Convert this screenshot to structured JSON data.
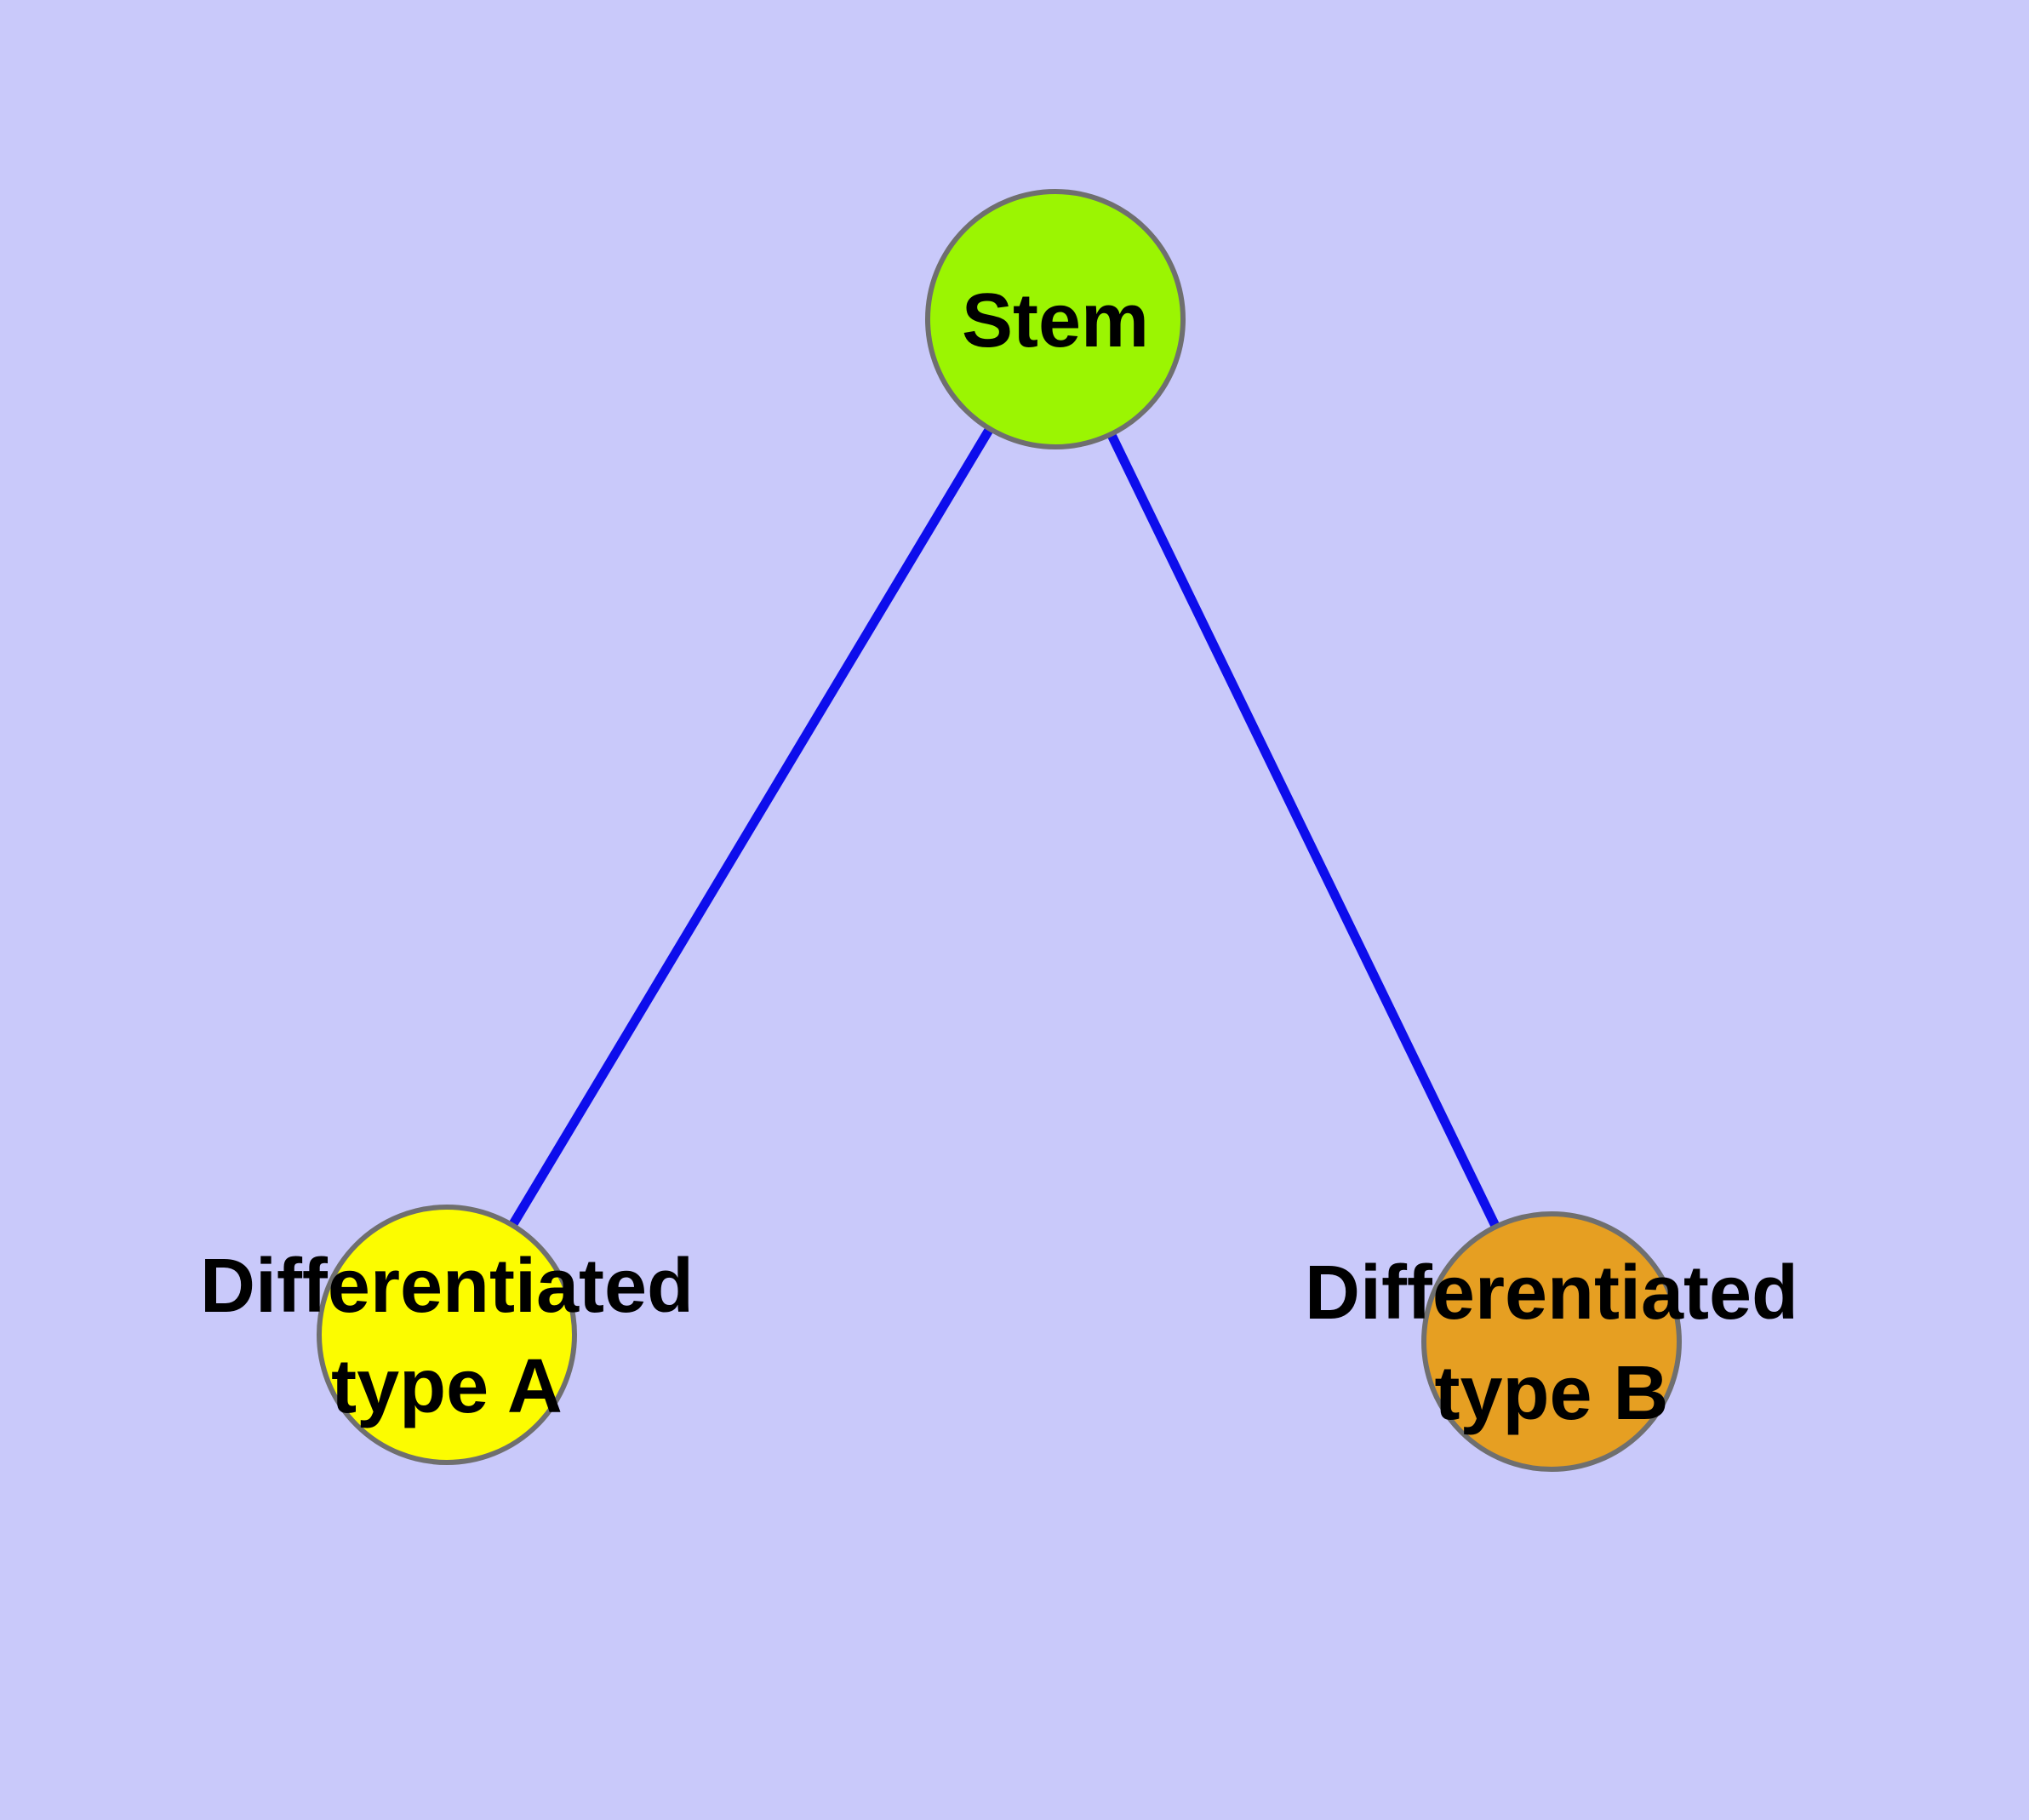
{
  "diagram": {
    "background_color": "#C9C9FA",
    "edge_color": "#0D0DEC",
    "node_border_color": "#6F6F6F",
    "label_color": "#000000",
    "nodes": {
      "stem": {
        "label": "Stem",
        "fill": "#9BF502"
      },
      "type_a": {
        "label_line1": "Differentiated",
        "label_line2": "type A",
        "fill": "#FCFC00"
      },
      "type_b": {
        "label_line1": "Differentiated",
        "label_line2": "type B",
        "fill": "#E69F22"
      }
    },
    "edges": [
      {
        "from": "Stem",
        "to": "Differentiated type A"
      },
      {
        "from": "Stem",
        "to": "Differentiated type B"
      }
    ]
  }
}
